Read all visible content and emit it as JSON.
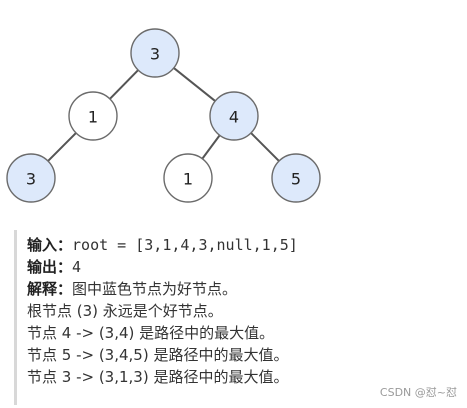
{
  "tree": {
    "nodes": [
      {
        "id": "n-root",
        "label": "3",
        "good": true
      },
      {
        "id": "n-left",
        "label": "1",
        "good": false
      },
      {
        "id": "n-right",
        "label": "4",
        "good": true
      },
      {
        "id": "n-left-left",
        "label": "3",
        "good": true
      },
      {
        "id": "n-right-left",
        "label": "1",
        "good": false
      },
      {
        "id": "n-right-right",
        "label": "5",
        "good": true
      }
    ],
    "edges": [
      [
        "n-root",
        "n-left"
      ],
      [
        "n-root",
        "n-right"
      ],
      [
        "n-left",
        "n-left-left"
      ],
      [
        "n-right",
        "n-right-left"
      ],
      [
        "n-right",
        "n-right-right"
      ]
    ],
    "colors": {
      "good_fill": "#dde9fb",
      "normal_fill": "#ffffff"
    }
  },
  "example": {
    "input_label": "输入：",
    "input_value": "root = [3,1,4,3,null,1,5]",
    "output_label": "输出：",
    "output_value": "4",
    "explanation_label": "解释：",
    "explanation_text": "图中蓝色节点为好节点。",
    "lines": [
      "根节点 (3) 永远是个好节点。",
      "节点 4 -> (3,4) 是路径中的最大值。",
      "节点 5 -> (3,4,5) 是路径中的最大值。",
      "节点 3 -> (3,1,3) 是路径中的最大值。"
    ]
  },
  "watermark": "CSDN @怼~怼"
}
